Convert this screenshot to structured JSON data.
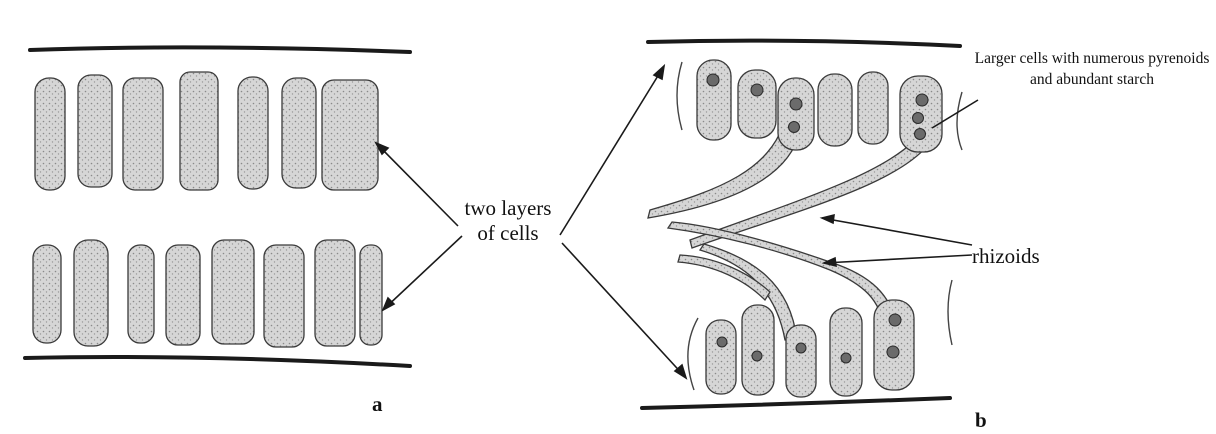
{
  "labels": {
    "two_layers_line1": "two layers",
    "two_layers_line2": "of cells",
    "larger_cells": "Larger cells with numerous pyrenoids and abundant starch",
    "rhizoids": "rhizoids",
    "panel_a": "a",
    "panel_b": "b"
  },
  "colors": {
    "cell_fill": "#d4d4d4",
    "outline": "#1a1a1a",
    "pyrenoid": "#6b6b6b",
    "background": "#ffffff"
  }
}
